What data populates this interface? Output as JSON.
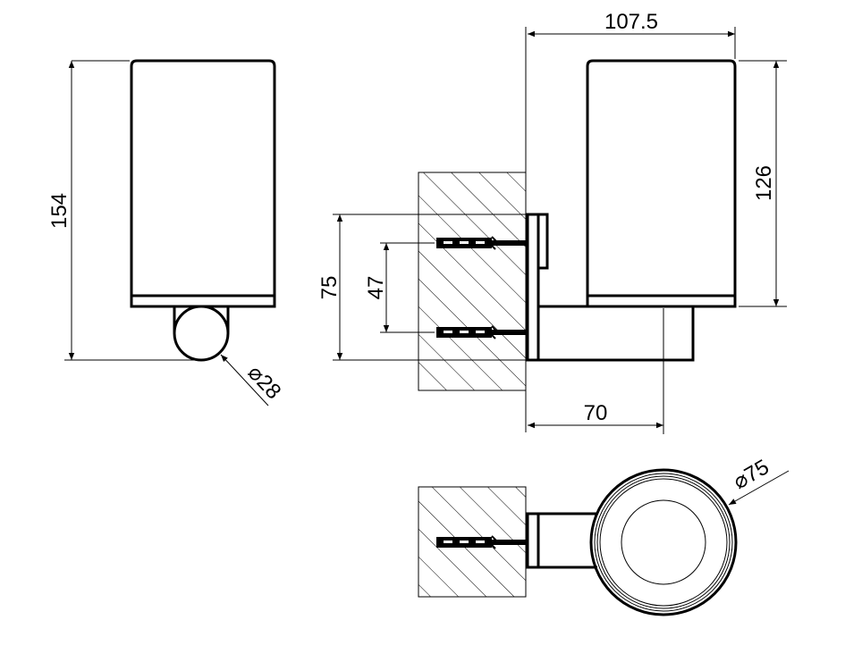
{
  "drawing": {
    "dimensions": {
      "total_height": "154",
      "depth": "107.5",
      "cup_height": "126",
      "bracket_height": "75",
      "screw_spacing": "47",
      "arm_projection": "70",
      "stem_diameter": "28",
      "cup_diameter": "75"
    },
    "diameter_symbol": "⌀",
    "colors": {
      "line": "#000000",
      "background": "#ffffff"
    }
  }
}
